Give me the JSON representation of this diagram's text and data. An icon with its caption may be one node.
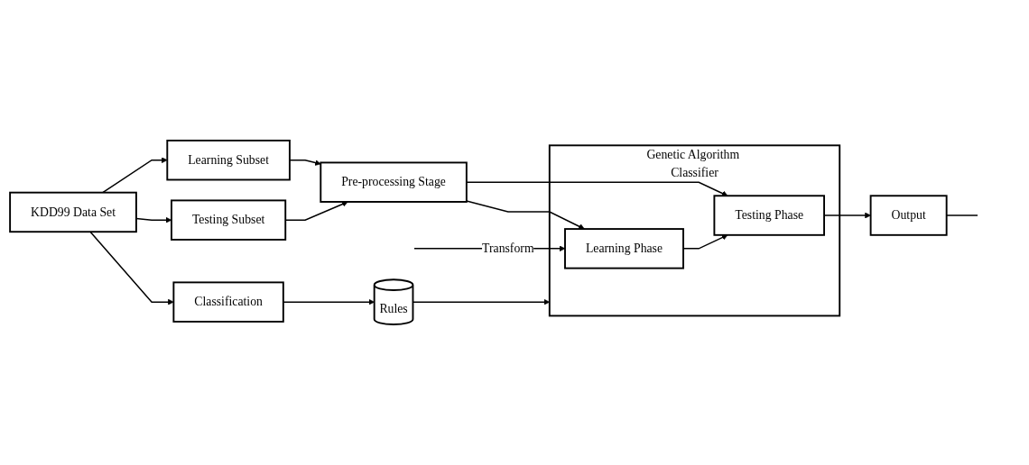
{
  "diagram": {
    "nodes": [
      {
        "text": [
          "KDD99 Data Set"
        ]
      },
      {
        "text": [
          "Learning Subset"
        ]
      },
      {
        "text": [
          "Testing Subset"
        ]
      },
      {
        "text": [
          "Pre-processing Stage"
        ]
      },
      {
        "text": [
          "Genetic Algorithm Classifier"
        ]
      },
      {
        "text": [
          "Learning Phase"
        ],
        "in": 4
      },
      {
        "text": [
          "Testing Phase"
        ],
        "in": 4
      },
      {
        "text": [
          "Output"
        ]
      },
      {
        "text": [
          "Classification"
        ]
      },
      {
        "text": [
          "Rules"
        ]
      }
    ],
    "edges": [
      {
        "from": 0,
        "to": 1,
        "arrow": "to"
      },
      {
        "from": 0,
        "to": 2,
        "arrow": "to"
      },
      {
        "from": 1,
        "to": 3,
        "arrow": "to"
      },
      {
        "from": 2,
        "to": 3,
        "arrow": "to"
      },
      {
        "from": 3,
        "to": 5,
        "arrow": "to"
      },
      {
        "from": 3,
        "to": 6,
        "arrow": "to"
      },
      {
        "from": null,
        "to": 5,
        "arrow": "to",
        "label": "Transform"
      },
      {
        "from": 5,
        "to": 6,
        "arrow": "to"
      },
      {
        "from": 6,
        "to": 7,
        "arrow": "to"
      },
      {
        "from": 7,
        "to": null,
        "arrow": "none"
      },
      {
        "from": 0,
        "to": 8,
        "arrow": "to"
      },
      {
        "from": 8,
        "to": 9,
        "arrow": "to"
      },
      {
        "from": 9,
        "to": 4,
        "arrow": "to"
      }
    ]
  }
}
